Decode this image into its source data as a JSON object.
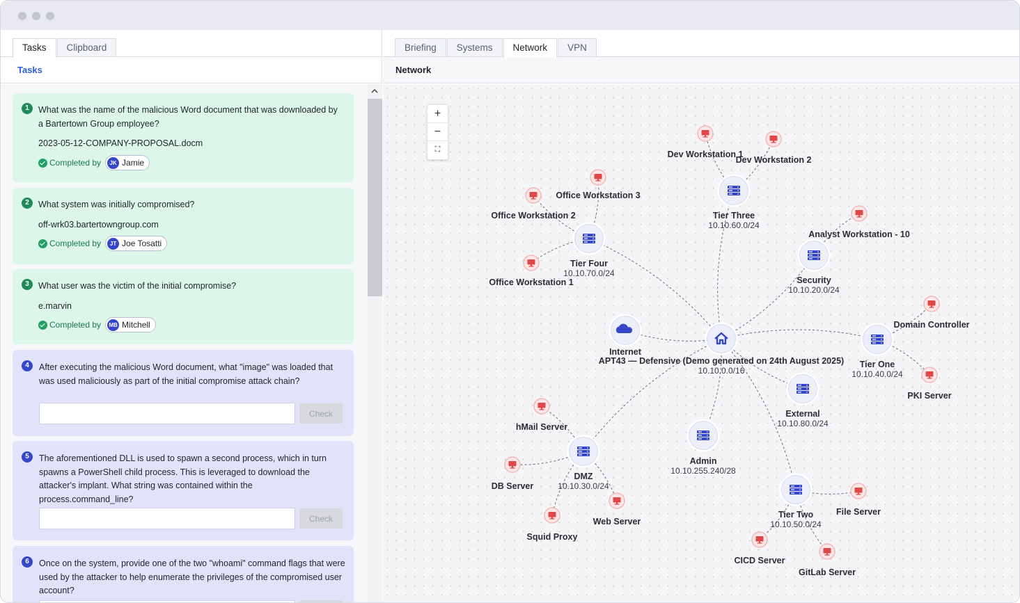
{
  "left_tabs": [
    "Tasks",
    "Clipboard"
  ],
  "left_title": "Tasks",
  "completed_label": "Completed by",
  "check_label": "Check",
  "tasks": [
    {
      "num": "1",
      "question": "What was the name of the malicious Word document that was downloaded by a Bartertown Group employee?",
      "answer": "2023-05-12-COMPANY-PROPOSAL.docm",
      "user_initials": "JK",
      "user": "Jamie"
    },
    {
      "num": "2",
      "question": "What system was initially compromised?",
      "answer": "off-wrk03.bartertowngroup.com",
      "user_initials": "JT",
      "user": "Joe Tosatti"
    },
    {
      "num": "3",
      "question": "What user was the victim of the initial compromise?",
      "answer": "e.marvin",
      "user_initials": "MB",
      "user": "Mitchell"
    },
    {
      "num": "4",
      "question": "After executing the malicious Word document, what \"image\" was loaded that was used maliciously as part of the initial compromise attack chain?"
    },
    {
      "num": "5",
      "question": "The aforementioned DLL is used to spawn a second process, which in turn spawns a PowerShell child process. This is leveraged to download the attacker's implant. What string was contained within the process.command_line?"
    },
    {
      "num": "6",
      "question": "Once on the system, provide one of the two \"whoami\" command flags that were used by the attacker to help enumerate the privileges of the compromised user account?"
    }
  ],
  "right_tabs": [
    "Briefing",
    "Systems",
    "Network",
    "VPN"
  ],
  "active_right_tab": "Network",
  "right_title": "Network",
  "zoom": {
    "in": "+",
    "out": "−",
    "fit": "⛶"
  },
  "colors": {
    "accent": "#3446c9",
    "completed": "#dcf7ea",
    "open": "#e3e2fb",
    "host": "#e04848"
  },
  "network": {
    "nodes": [
      {
        "id": "center",
        "kind": "home",
        "label": "APT43 — Defensive (Demo generated on 24th August 2025)",
        "sub": "10.10.0.0/16"
      },
      {
        "id": "internet",
        "kind": "cloud",
        "label": "Internet"
      },
      {
        "id": "tierfour",
        "kind": "server",
        "label": "Tier Four",
        "sub": "10.10.70.0/24"
      },
      {
        "id": "tierthree",
        "kind": "server",
        "label": "Tier Three",
        "sub": "10.10.60.0/24"
      },
      {
        "id": "security",
        "kind": "server",
        "label": "Security",
        "sub": "10.10.20.0/24"
      },
      {
        "id": "tierone",
        "kind": "server",
        "label": "Tier One",
        "sub": "10.10.40.0/24"
      },
      {
        "id": "external",
        "kind": "server",
        "label": "External",
        "sub": "10.10.80.0/24"
      },
      {
        "id": "admin",
        "kind": "server",
        "label": "Admin",
        "sub": "10.10.255.240/28"
      },
      {
        "id": "dmz",
        "kind": "server",
        "label": "DMZ",
        "sub": "10.10.30.0/24"
      },
      {
        "id": "tiertwo",
        "kind": "server",
        "label": "Tier Two",
        "sub": "10.10.50.0/24"
      },
      {
        "id": "ow3",
        "kind": "host",
        "label": "Office Workstation 3"
      },
      {
        "id": "ow2",
        "kind": "host",
        "label": "Office Workstation 2"
      },
      {
        "id": "ow1",
        "kind": "host",
        "label": "Office Workstation 1"
      },
      {
        "id": "dw1",
        "kind": "host",
        "label": "Dev Workstation 1"
      },
      {
        "id": "dw2",
        "kind": "host",
        "label": "Dev Workstation 2"
      },
      {
        "id": "aw10",
        "kind": "host",
        "label": "Analyst Workstation - 10"
      },
      {
        "id": "dc",
        "kind": "host",
        "label": "Domain Controller"
      },
      {
        "id": "pki",
        "kind": "host",
        "label": "PKI Server"
      },
      {
        "id": "hmail",
        "kind": "host",
        "label": "hMail Server"
      },
      {
        "id": "db",
        "kind": "host",
        "label": "DB Server"
      },
      {
        "id": "squid",
        "kind": "host",
        "label": "Squid Proxy"
      },
      {
        "id": "web",
        "kind": "host",
        "label": "Web Server"
      },
      {
        "id": "file",
        "kind": "host",
        "label": "File Server"
      },
      {
        "id": "cicd",
        "kind": "host",
        "label": "CICD Server"
      },
      {
        "id": "gitlab",
        "kind": "host",
        "label": "GitLab Server"
      }
    ],
    "edges": [
      [
        "center",
        "internet"
      ],
      [
        "center",
        "tierfour"
      ],
      [
        "center",
        "tierthree"
      ],
      [
        "center",
        "security"
      ],
      [
        "center",
        "tierone"
      ],
      [
        "center",
        "external"
      ],
      [
        "center",
        "admin"
      ],
      [
        "center",
        "dmz"
      ],
      [
        "center",
        "tiertwo"
      ],
      [
        "tierfour",
        "ow3"
      ],
      [
        "tierfour",
        "ow2"
      ],
      [
        "tierfour",
        "ow1"
      ],
      [
        "tierthree",
        "dw1"
      ],
      [
        "tierthree",
        "dw2"
      ],
      [
        "security",
        "aw10"
      ],
      [
        "tierone",
        "dc"
      ],
      [
        "tierone",
        "pki"
      ],
      [
        "dmz",
        "hmail"
      ],
      [
        "dmz",
        "db"
      ],
      [
        "dmz",
        "squid"
      ],
      [
        "dmz",
        "web"
      ],
      [
        "tiertwo",
        "file"
      ],
      [
        "tiertwo",
        "cicd"
      ],
      [
        "tiertwo",
        "gitlab"
      ]
    ]
  }
}
